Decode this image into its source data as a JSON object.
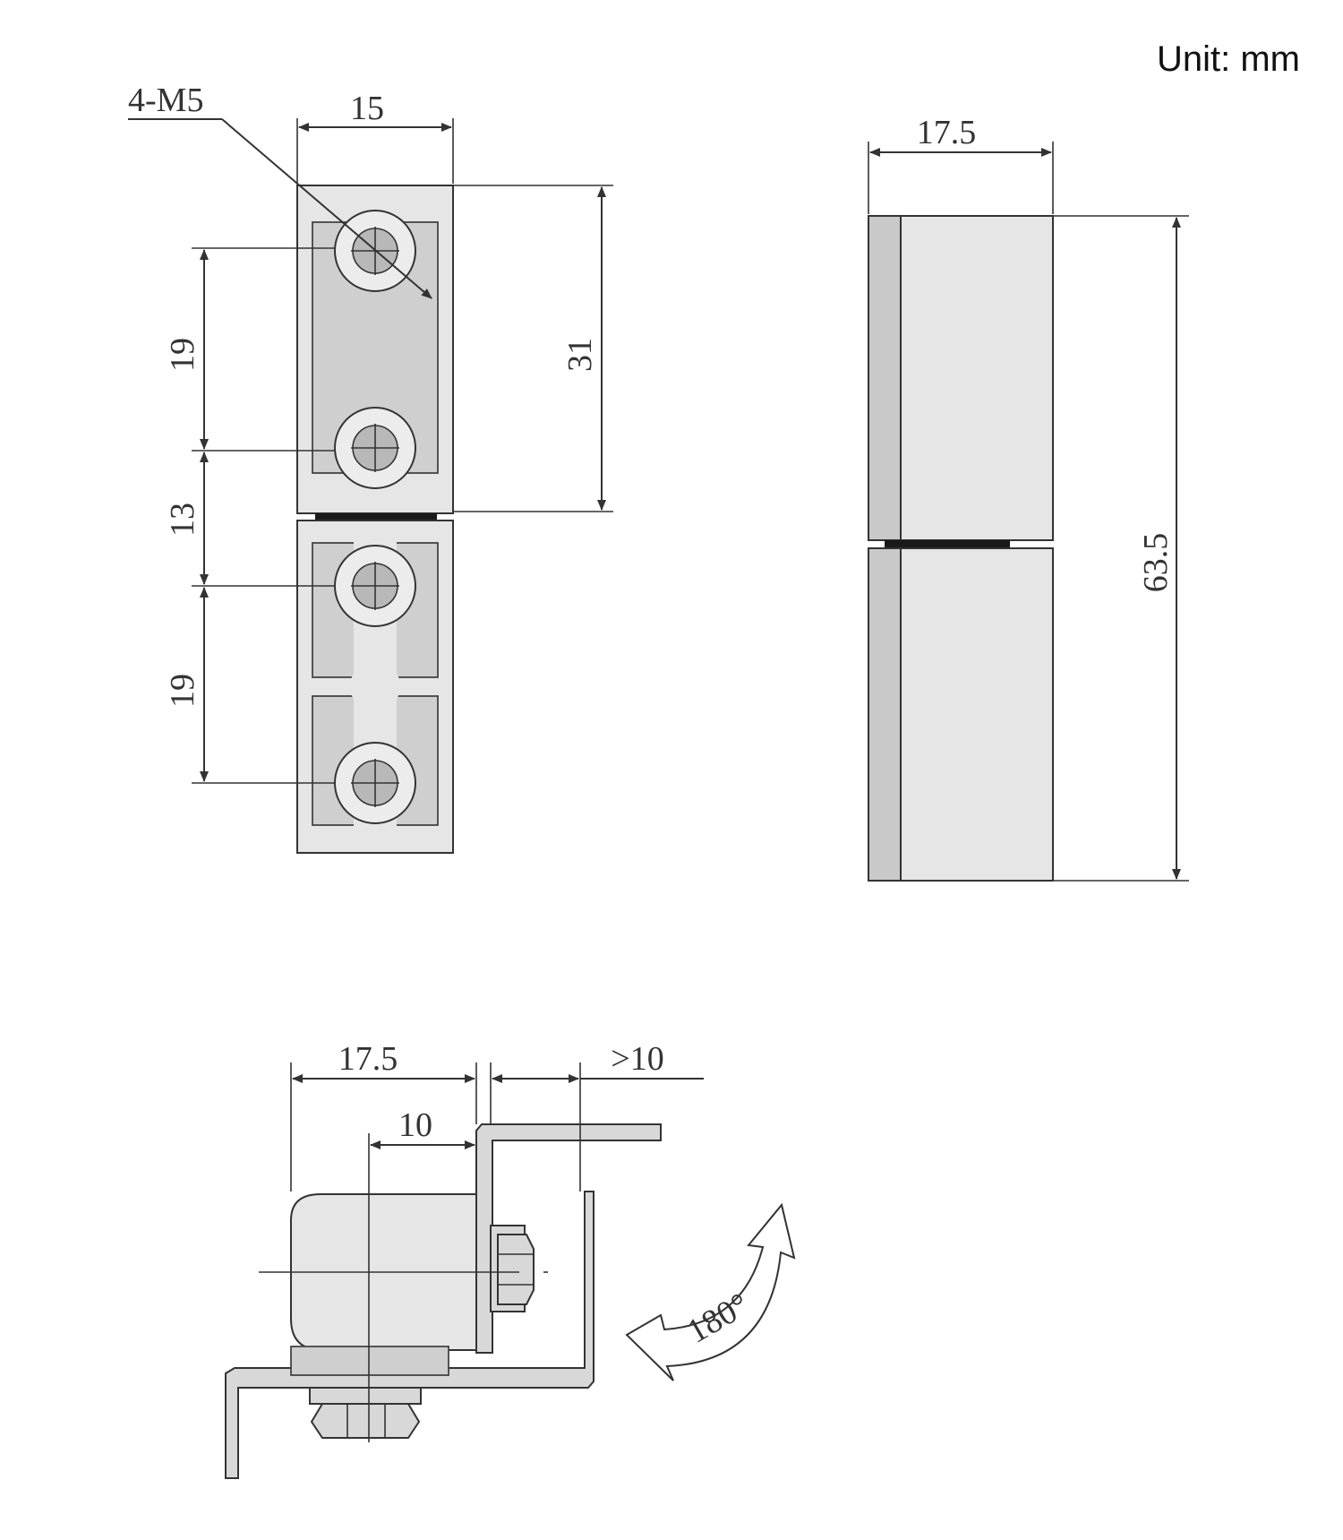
{
  "unit_label": "Unit: mm",
  "front_view": {
    "thread_callout": "4-M5",
    "width": "15",
    "height_leaf": "31",
    "hole_pitch_top": "19",
    "hole_gap_middle": "13",
    "hole_pitch_bottom": "19"
  },
  "side_view": {
    "width": "17.5",
    "total_height": "63.5"
  },
  "install_view": {
    "depth": "17.5",
    "clearance": ">10",
    "offset": "10",
    "rotation": "180°"
  },
  "colors": {
    "metal": "#e6e6e6",
    "recess": "#cfcfcf",
    "line": "#333333",
    "gap": "#1a1a1a"
  }
}
